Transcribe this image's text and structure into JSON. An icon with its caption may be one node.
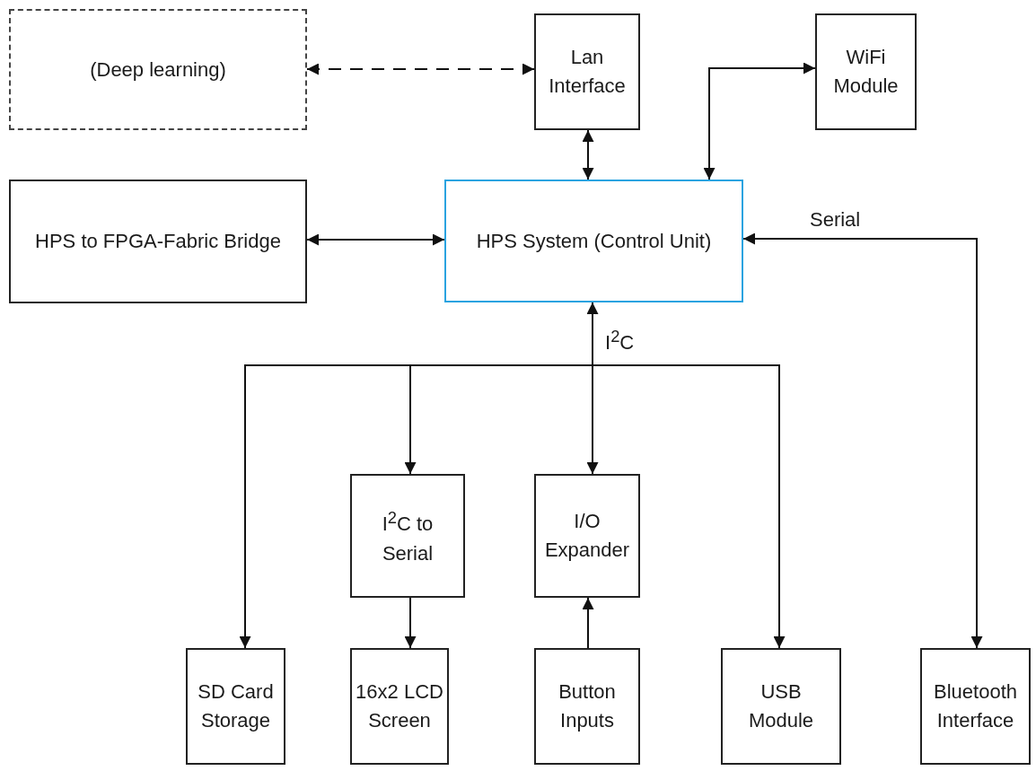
{
  "diagram": {
    "nodes": [
      {
        "text": [
          "(Deep learning)"
        ]
      },
      {
        "text": [
          "Lan Interface"
        ]
      },
      {
        "text": [
          "WiFi Module"
        ]
      },
      {
        "text": [
          "HPS to FPGA-Fabric Bridge"
        ]
      },
      {
        "text": [
          "HPS System (Control Unit)"
        ]
      },
      {
        "text": [
          "I$^{2}$C to Serial"
        ]
      },
      {
        "text": [
          "I/O Expander"
        ]
      },
      {
        "text": [
          "SD Card Storage"
        ]
      },
      {
        "text": [
          "16x2 LCD Screen"
        ]
      },
      {
        "text": [
          "Button Inputs"
        ]
      },
      {
        "text": [
          "USB Module"
        ]
      },
      {
        "text": [
          "Bluetooth Interface"
        ]
      }
    ],
    "edges": [
      {
        "from": 0,
        "to": 1,
        "arrow": "both",
        "style": "dashed"
      },
      {
        "from": 1,
        "to": 4,
        "arrow": "both"
      },
      {
        "from": 2,
        "to": 4,
        "arrow": "both"
      },
      {
        "from": 3,
        "to": 4,
        "arrow": "both"
      },
      {
        "from": 11,
        "to": 4,
        "arrow": "both",
        "label": "Serial"
      },
      {
        "from": 4,
        "to": 7,
        "arrow": "to"
      },
      {
        "from": 4,
        "to": 5,
        "arrow": "to"
      },
      {
        "from": 4,
        "to": 6,
        "arrow": "both",
        "label": "I$^{2}$C"
      },
      {
        "from": 4,
        "to": 10,
        "arrow": "to"
      },
      {
        "from": 5,
        "to": 8,
        "arrow": "to"
      },
      {
        "from": 9,
        "to": 6,
        "arrow": "to"
      }
    ]
  }
}
